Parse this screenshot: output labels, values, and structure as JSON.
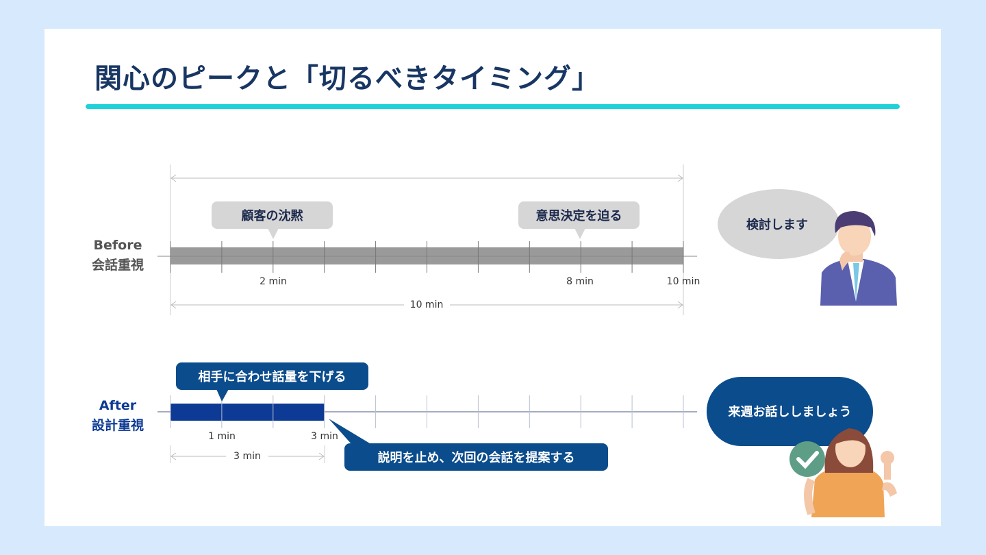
{
  "title": "関心のピークと「切るべきタイミング」",
  "before": {
    "label_en": "Before",
    "label_jp": "会話重視",
    "duration_min": 10,
    "ticks": [
      "2 min",
      "8 min",
      "10 min"
    ],
    "span_label": "10 min",
    "callouts": [
      "顧客の沈黙",
      "意思決定を迫る"
    ],
    "speech": "検討します"
  },
  "after": {
    "label_en": "After",
    "label_jp": "設計重視",
    "duration_min": 3,
    "ticks": [
      "1 min",
      "3 min"
    ],
    "span_label": "3 min",
    "callouts": [
      "相手に合わせ話量を下げる",
      "説明を止め、次回の会話を提案する"
    ],
    "speech": "来週お話ししましょう"
  },
  "colors": {
    "title": "#183663",
    "accent": "#1fd2d8",
    "before_bar": "#9a9a9a",
    "after_bar": "#0d3a94",
    "bubble_blue": "#0b4c8c"
  }
}
